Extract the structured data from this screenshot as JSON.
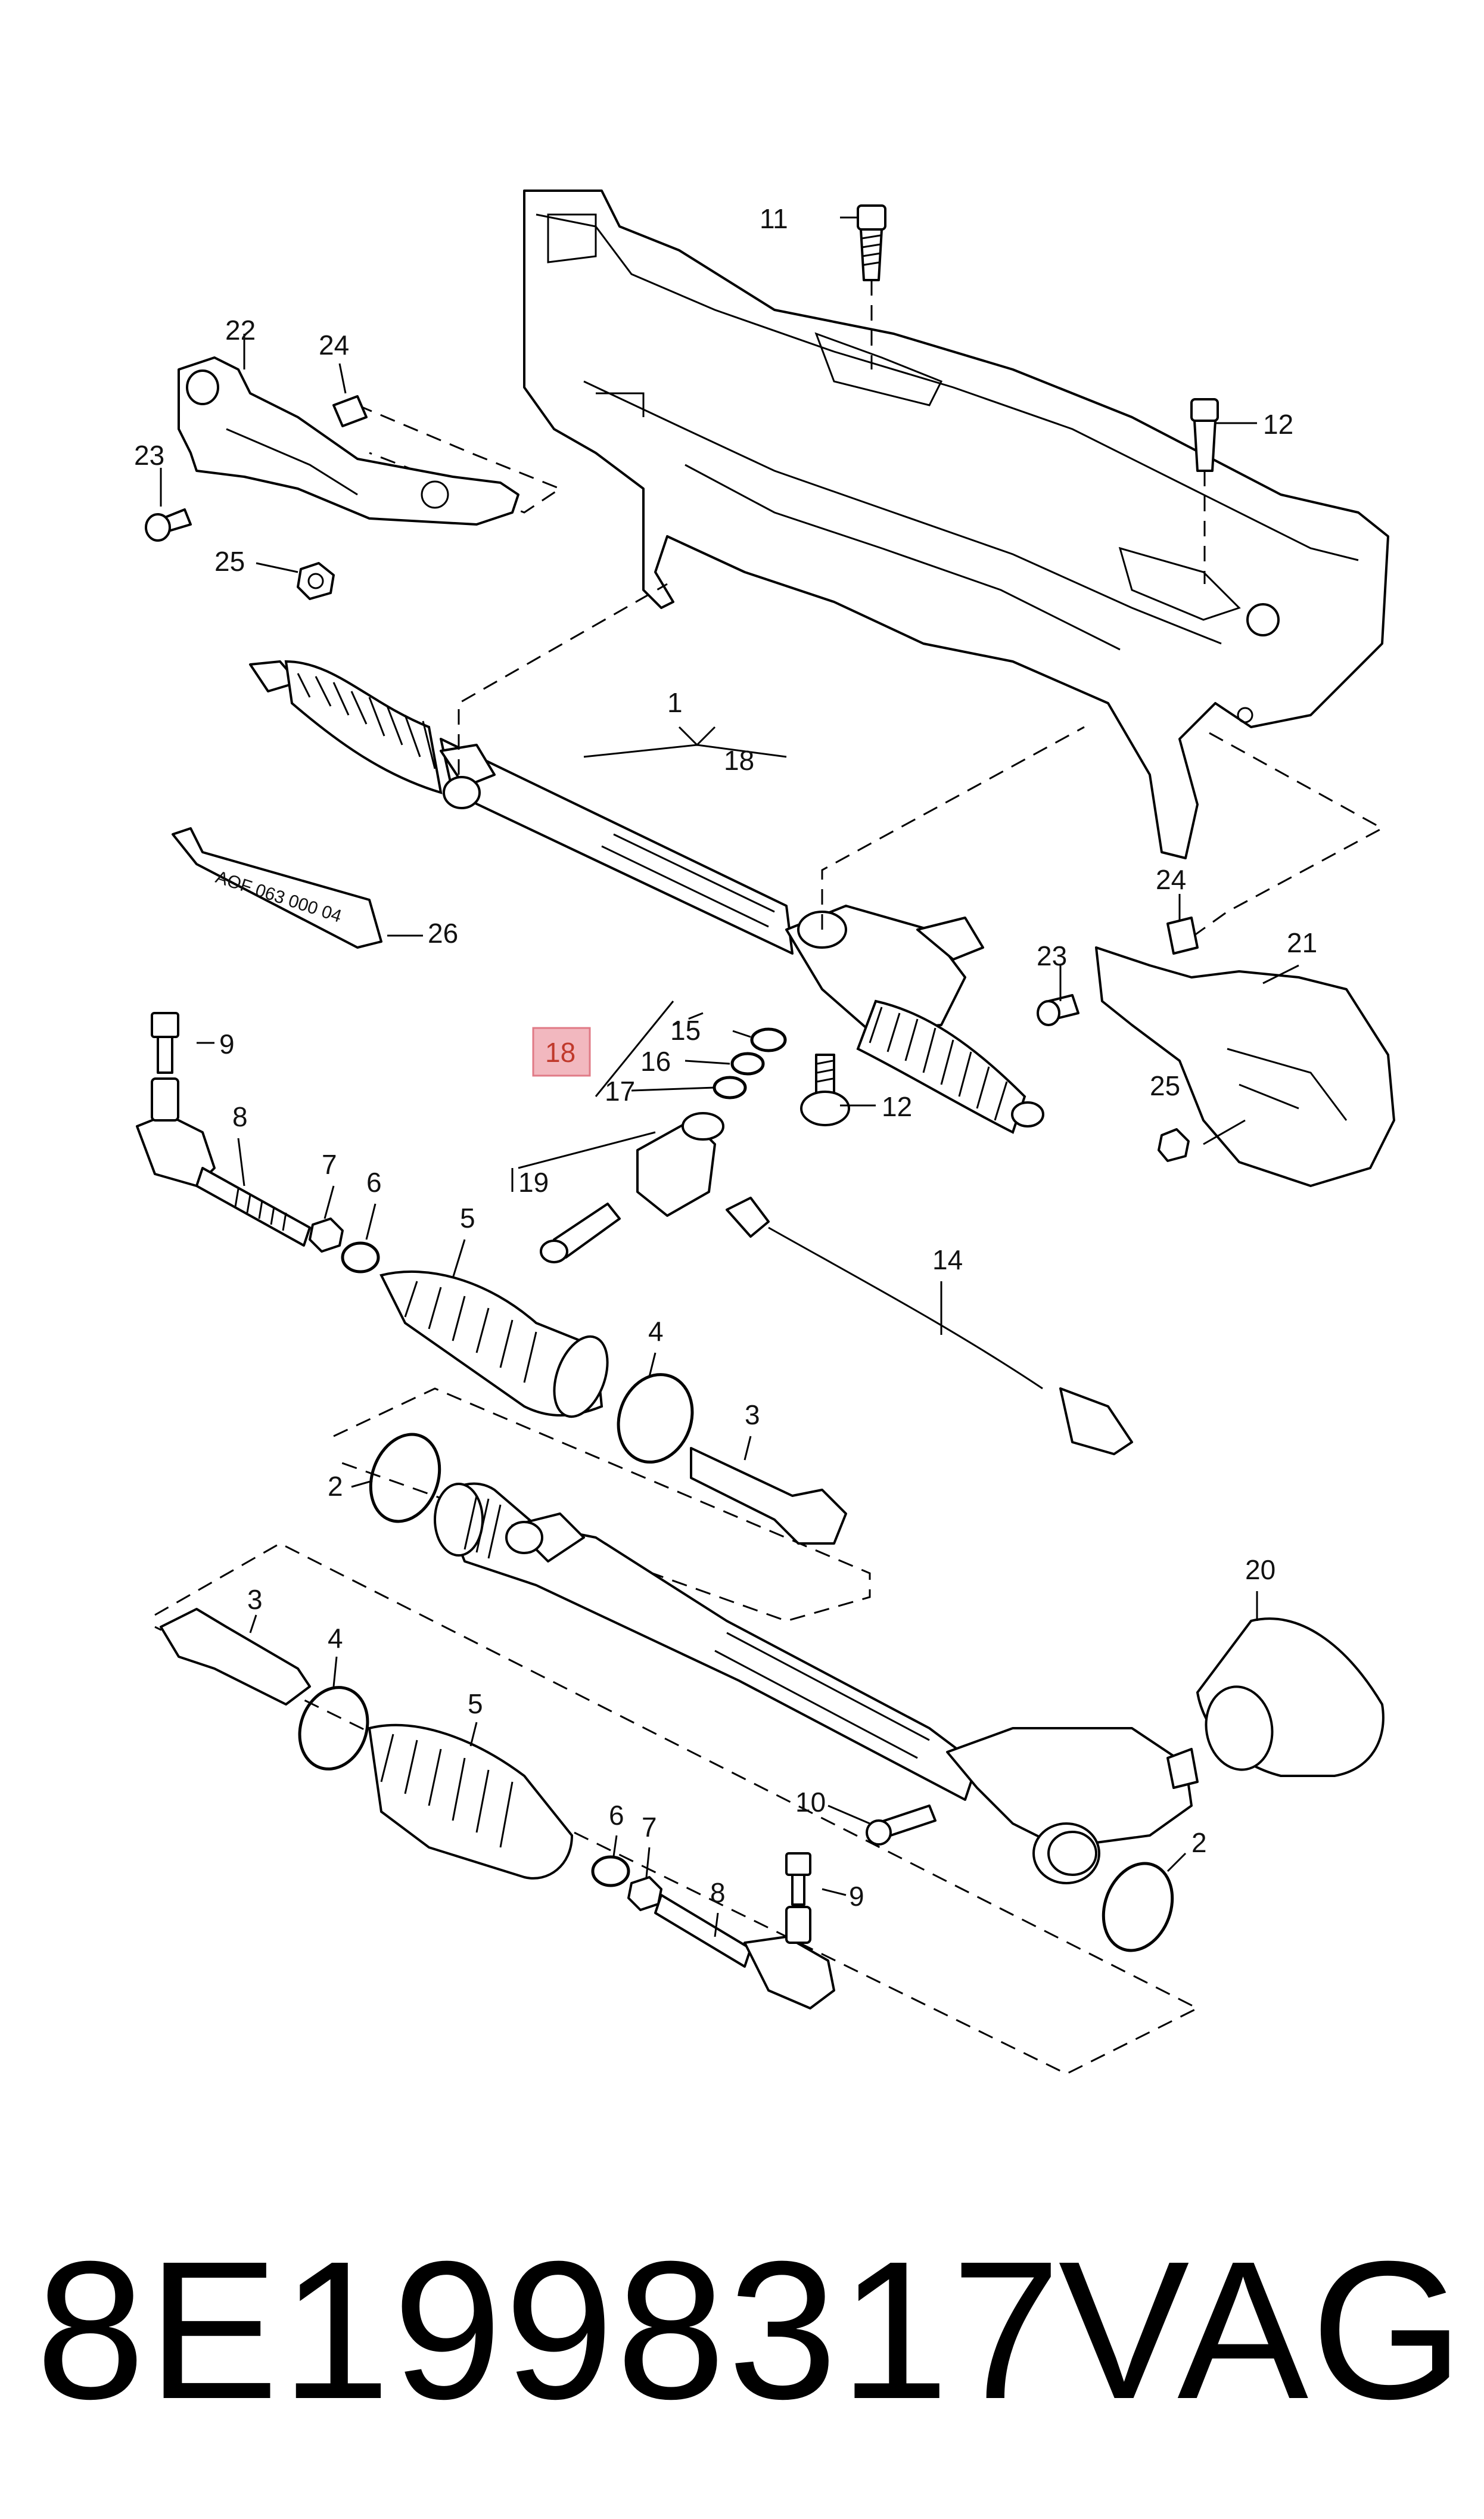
{
  "diagram": {
    "callouts": [
      "1",
      "2",
      "3",
      "4",
      "5",
      "6",
      "7",
      "8",
      "9",
      "10",
      "11",
      "12",
      "14",
      "15",
      "16",
      "17",
      "18",
      "19",
      "20",
      "21",
      "22",
      "23",
      "24",
      "25",
      "26"
    ],
    "highlighted_callout": "18",
    "tube_label": "AOF 063 000 04"
  },
  "footer": {
    "part_number": "8E1998317",
    "brand": "VAG"
  },
  "colors": {
    "highlight_box": "#f2b8bf",
    "highlight_border": "#e07a86",
    "line": "#000000",
    "background": "#ffffff"
  }
}
